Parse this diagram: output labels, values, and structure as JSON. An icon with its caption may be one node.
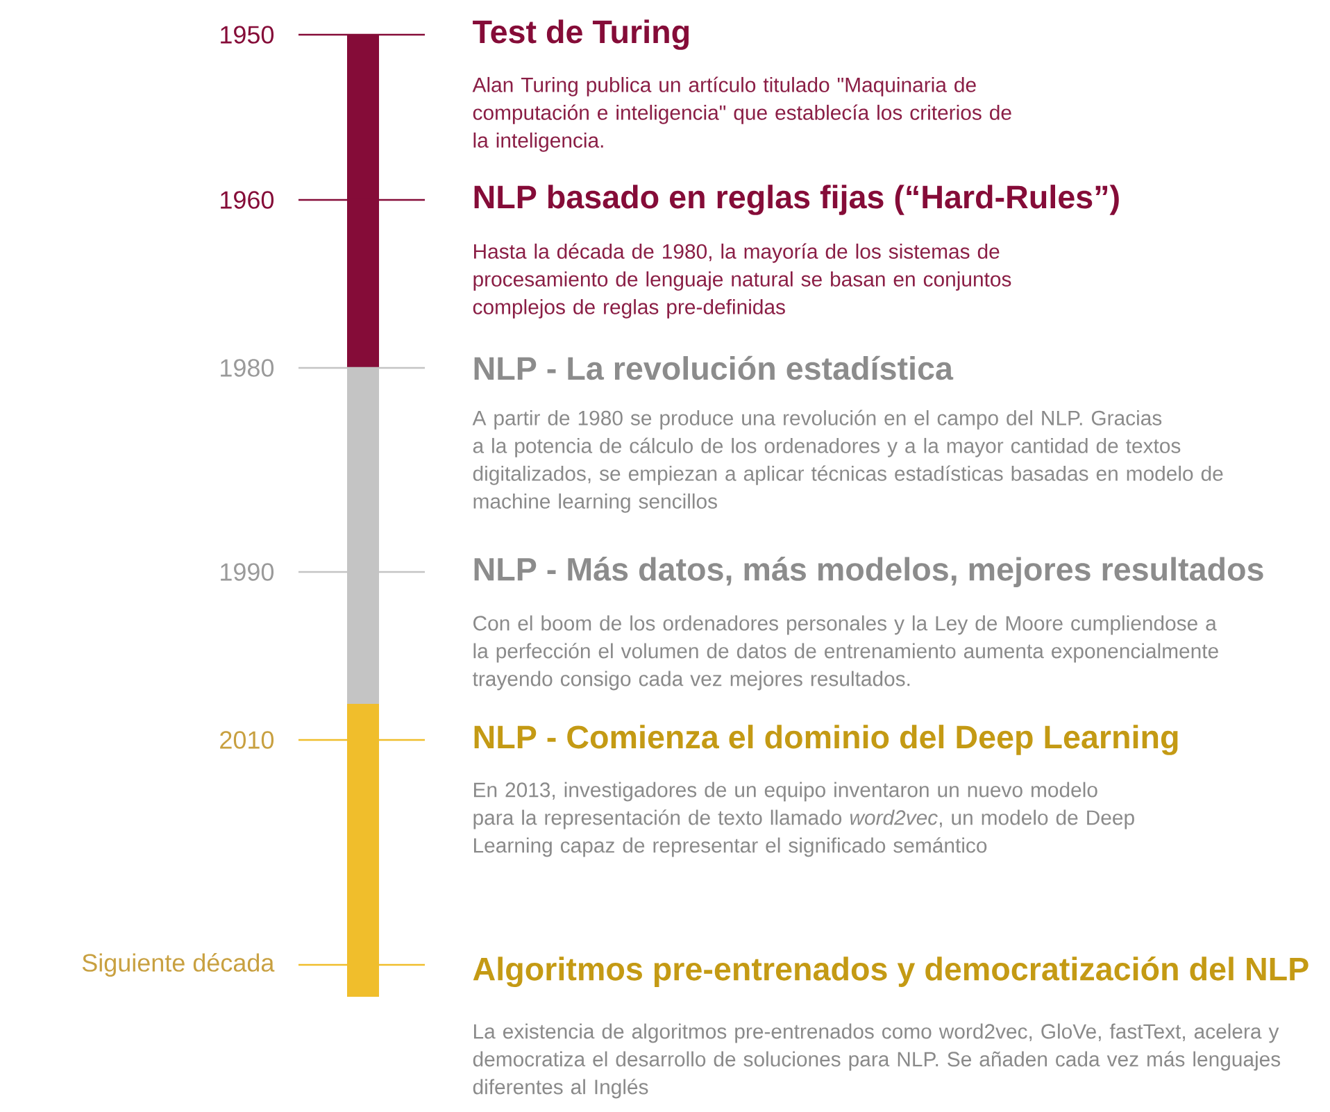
{
  "diagram": {
    "labels": [
      "1950",
      "Test de Turing",
      "Alan Turing publica un artículo titulado \"Maquinaria de computación e inteligencia\" que establecía los criterios de la inteligencia.",
      "1960",
      "NLP basado en reglas fijas (“Hard-Rules”)",
      "Hasta la década de 1980, la mayoría de los sistemas de procesamiento de lenguaje natural se basan en conjuntos complejos de reglas pre-definidas",
      "1980",
      "NLP - La revolución estadística",
      "A partir de 1980 se produce una revolución en el campo del NLP. Gracias a la potencia de cálculo de los ordenadores y a la mayor cantidad de textos digitalizados, se empiezan a aplicar técnicas estadísticas basadas en modelo de machine learning sencillos",
      "1990",
      "NLP - Más datos, más modelos, mejores resultados",
      "Con el boom de los ordenadores personales y la Ley de Moore cumpliendose a la perfección el volumen de datos de entrenamiento aumenta exponencialmente trayendo consigo cada vez mejores resultados.",
      "2010",
      "NLP  - Comienza el dominio del Deep Learning",
      "En 2013, investigadores de un equipo inventaron un nuevo modelo para la representación de texto llamado *word2vec*, un modelo de Deep Learning capaz de representar el significado semántico",
      "Siguiente década",
      "Algoritmos pre-entrenados y democratización del NLP",
      "La existencia de algoritmos pre-entrenados como word2vec, GloVe, fastText, acelera y democratiza el desarrollo de soluciones para NLP. Se añaden cada vez más lenguajes diferentes al Inglés"
    ]
  }
}
